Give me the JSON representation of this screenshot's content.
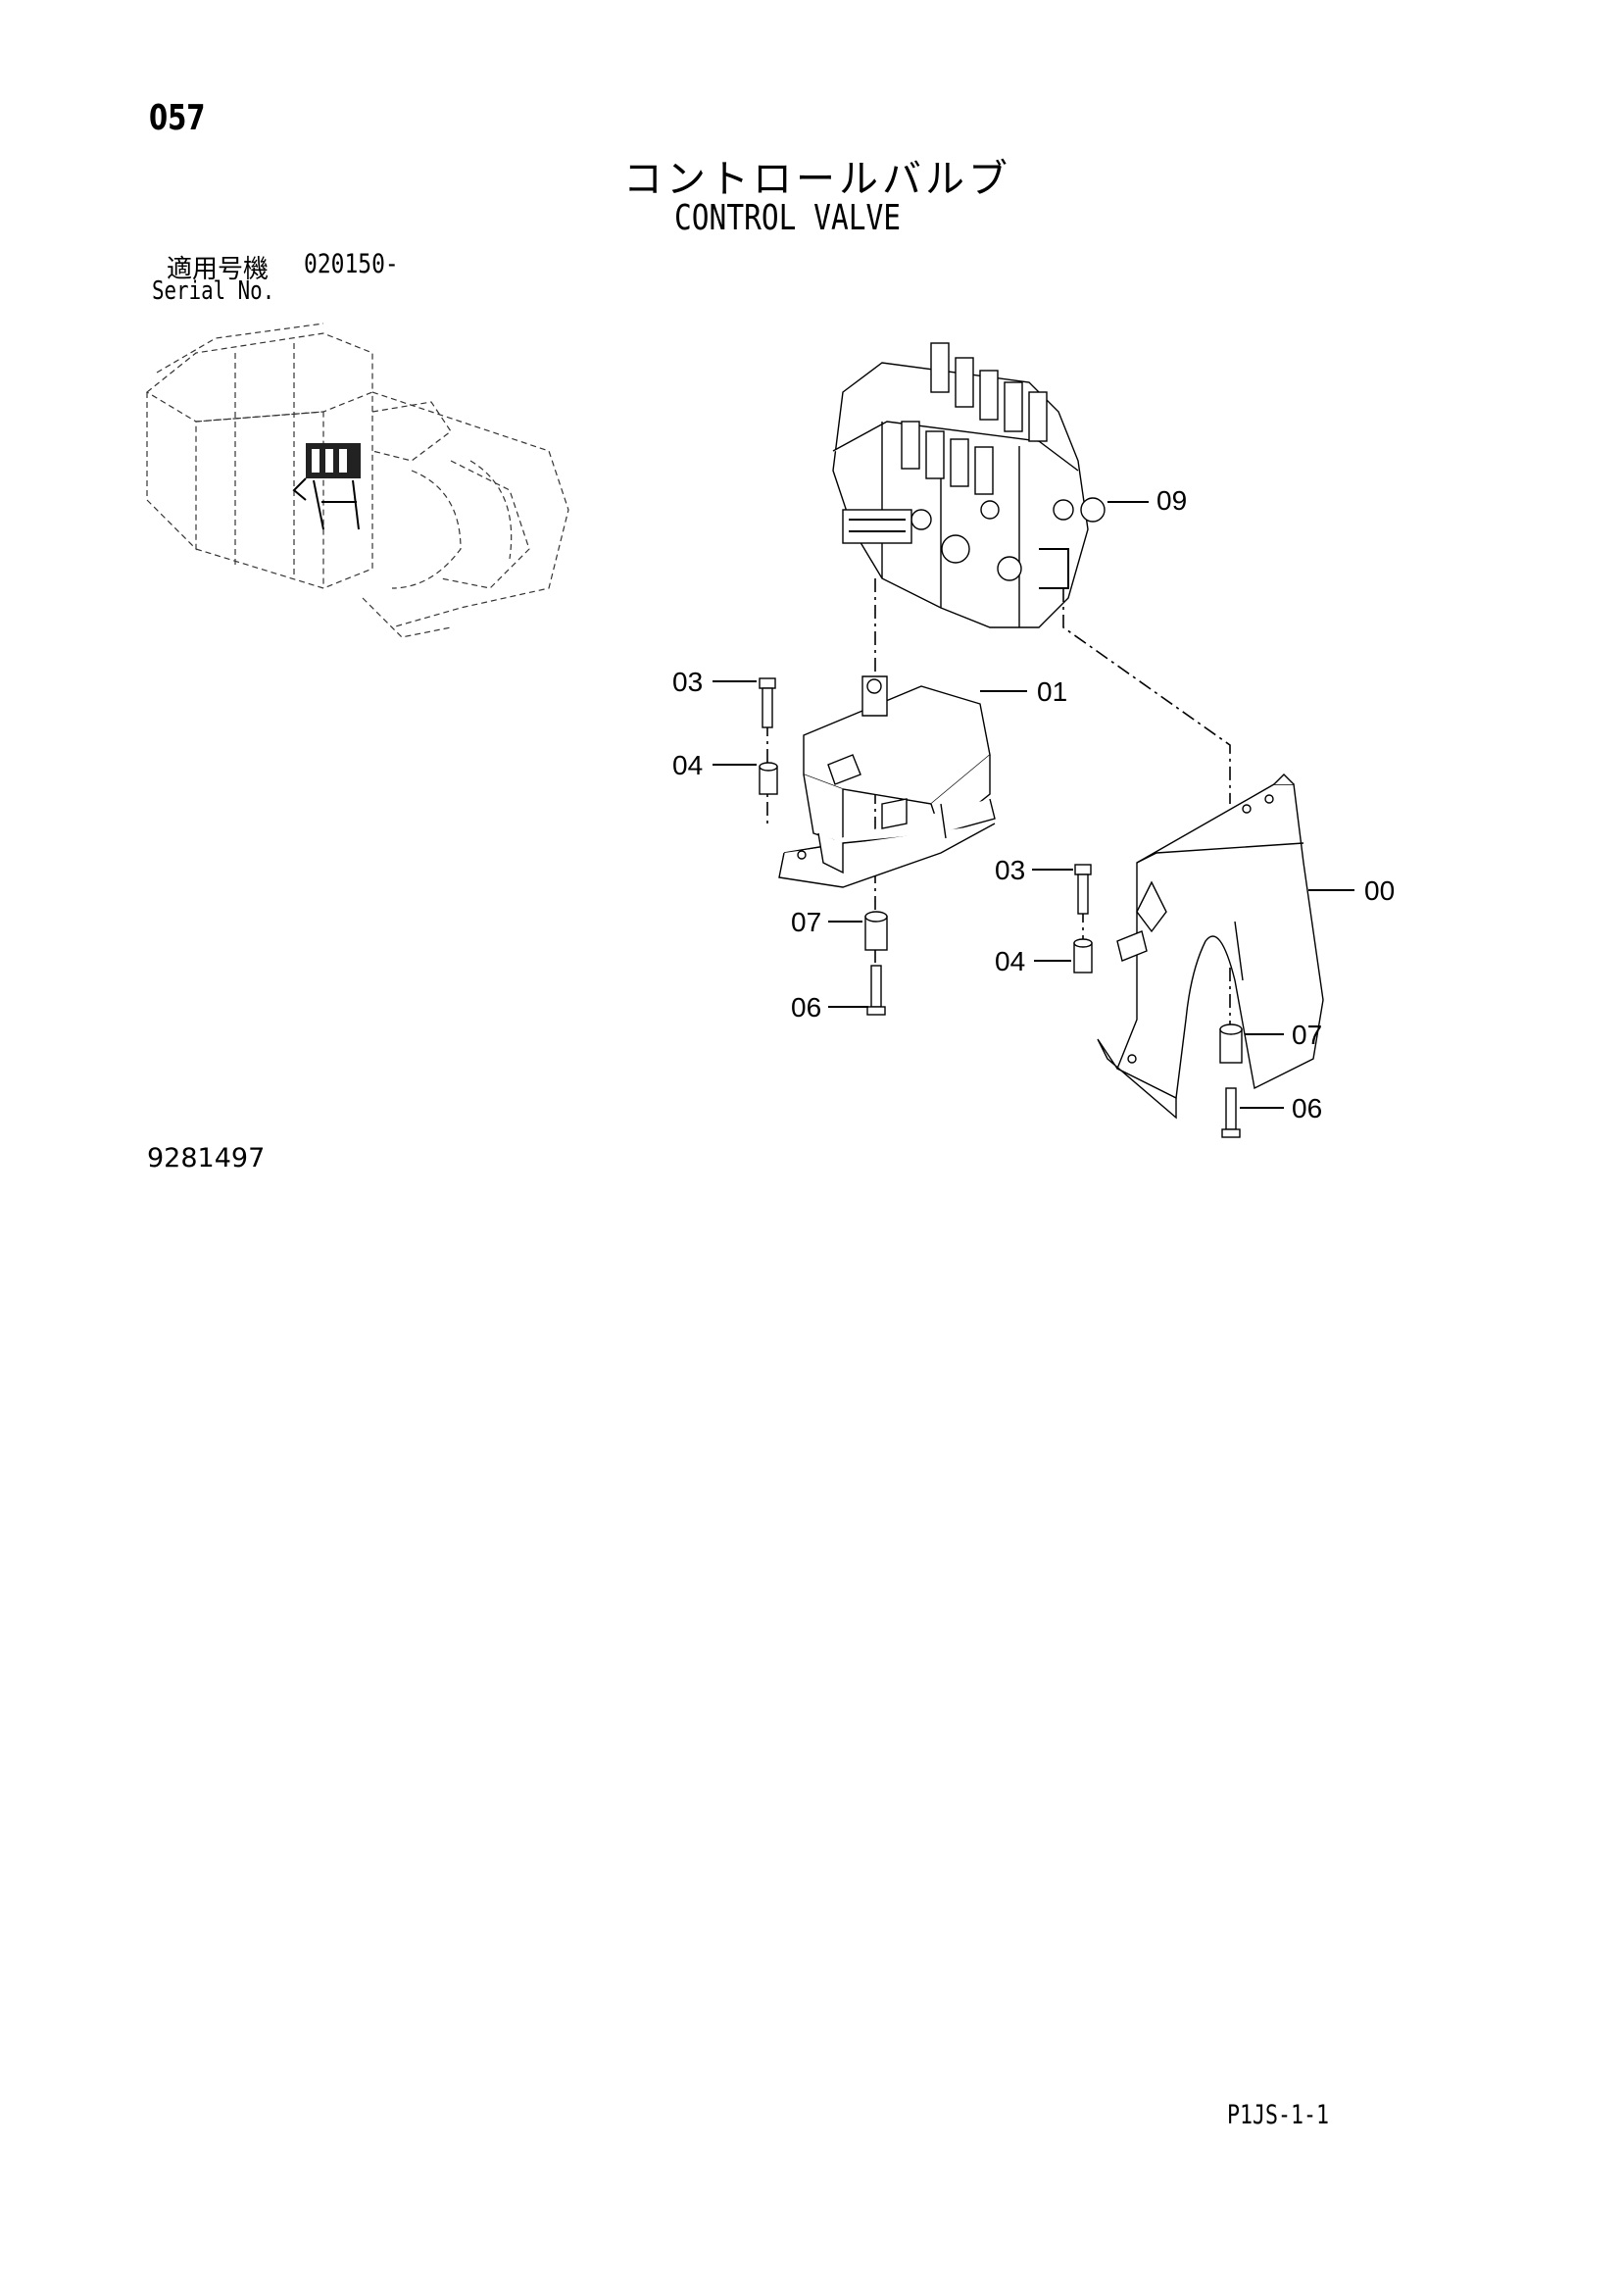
{
  "header": {
    "page_number": "057",
    "title_ja": "コントロールバルブ",
    "title_en": "CONTROL VALVE",
    "serial_label_ja": "適用号機",
    "serial_value": "020150-",
    "serial_label_en": "Serial No."
  },
  "callouts": {
    "c09": "09",
    "c03a": "03",
    "c01": "01",
    "c04a": "04",
    "c03b": "03",
    "c00": "00",
    "c07a": "07",
    "c04b": "04",
    "c06a": "06",
    "c07b": "07",
    "c06b": "06"
  },
  "footer": {
    "drawing_number": "9281497",
    "sheet_code": "P1JS-1-1"
  }
}
